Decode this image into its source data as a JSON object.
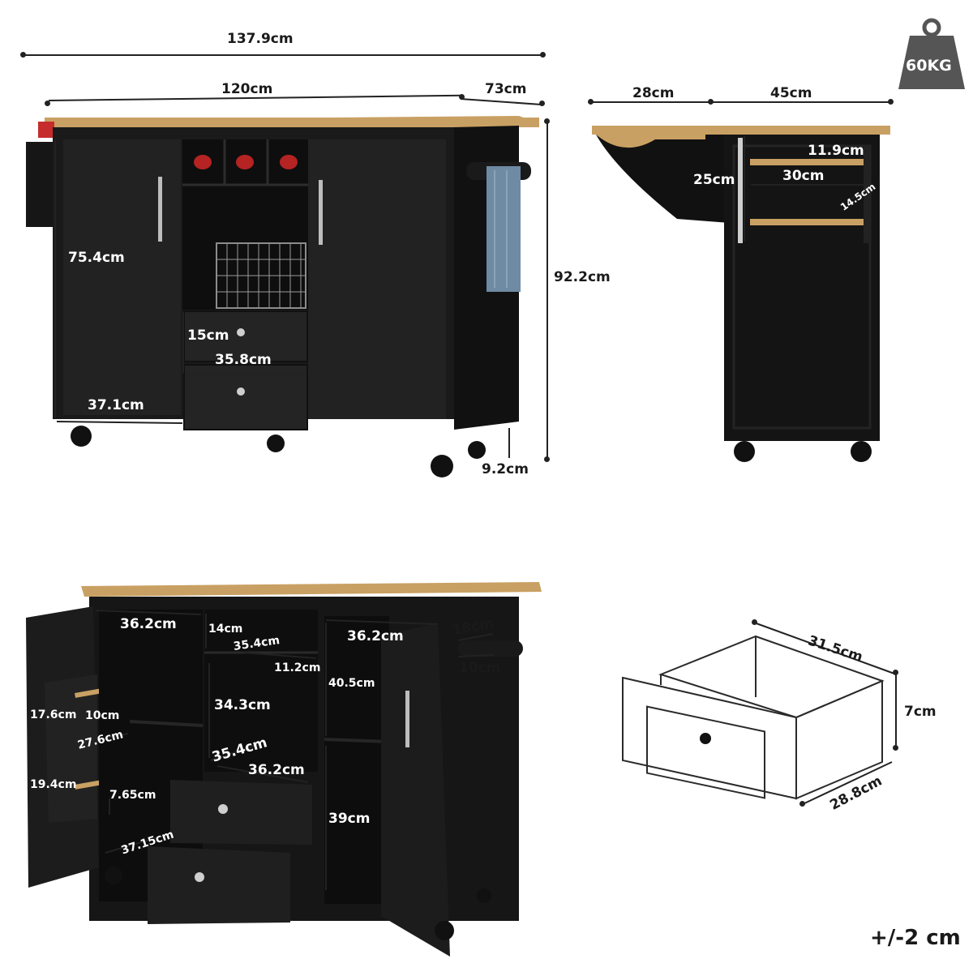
{
  "badge": {
    "weight": "60KG",
    "icon": "weight-icon"
  },
  "front_view": {
    "overall_width": "137.9cm",
    "top_width": "120cm",
    "depth": "73cm",
    "height": "92.2cm",
    "body_height": "75.4cm",
    "door_width": "37.1cm",
    "drawer_height": "15cm",
    "drawer_width": "35.8cm",
    "wheel_height": "9.2cm"
  },
  "side_view": {
    "leaf_width": "28cm",
    "side_depth": "45cm",
    "rack_gap": "11.9cm",
    "rack_depth": "25cm",
    "rack_width": "30cm",
    "rack_height": "14.5cm"
  },
  "open_view": {
    "left_cabinet_width": "36.2cm",
    "cubby_height": "14cm",
    "cubby_width": "35.4cm",
    "cubby_depth": "11.2cm",
    "right_cabinet_width": "36.2cm",
    "towel_rack_height": "18cm",
    "towel_rack_depth": "10cm",
    "upper_shelf_height": "17.6cm",
    "spice_rack_depth": "10cm",
    "spice_rack_width": "27.6cm",
    "lower_shelf_height": "19.4cm",
    "spice_rack_gap": "7.65cm",
    "left_cabinet_depth": "37.15cm",
    "center_shelf_height": "34.3cm",
    "center_shelf_depth": "35.4cm",
    "center_shelf_width": "36.2cm",
    "right_upper_height": "40.5cm",
    "right_lower_height": "39cm"
  },
  "drawer_view": {
    "width": "31.5cm",
    "height": "7cm",
    "depth": "28.8cm"
  },
  "tolerance": "+/-2 cm"
}
